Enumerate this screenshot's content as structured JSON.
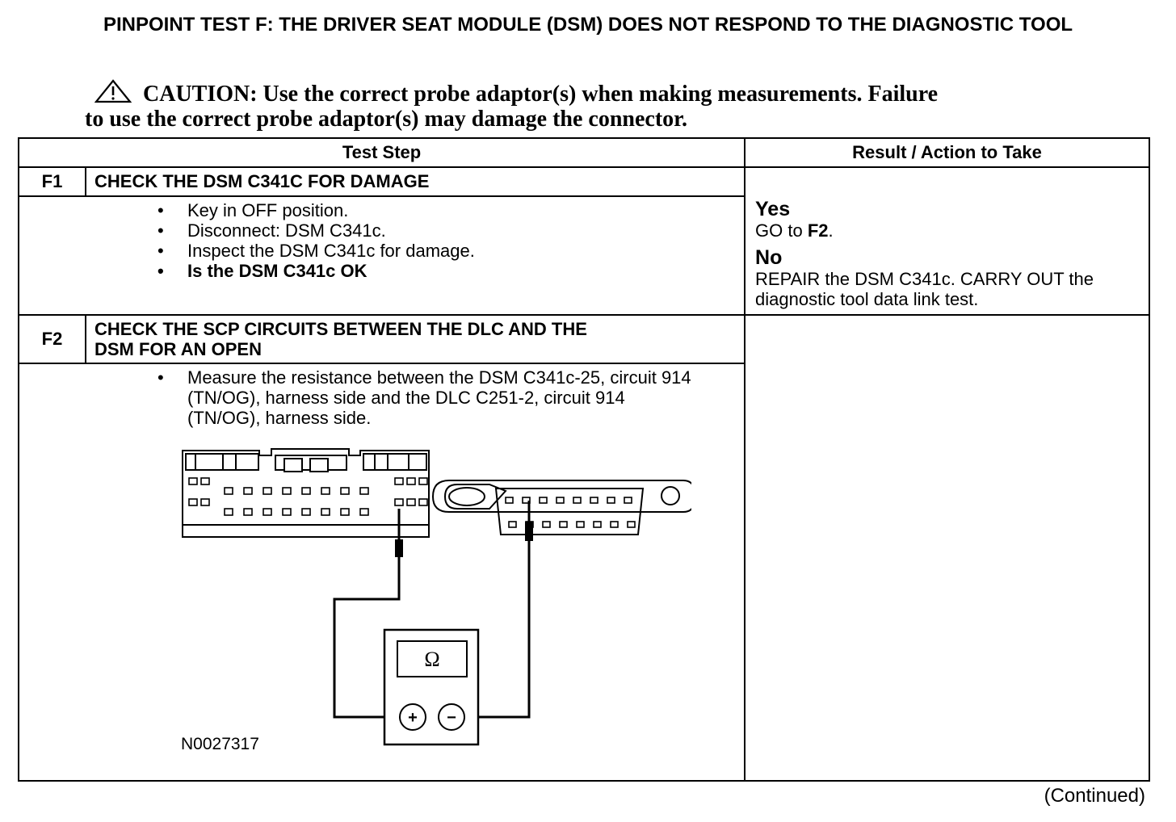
{
  "title": "PINPOINT TEST  F: THE DRIVER SEAT MODULE (DSM) DOES NOT RESPOND TO THE DIAGNOSTIC TOOL",
  "caution": {
    "icon": "warning-triangle-icon",
    "line1": "CAUTION: Use the correct probe adaptor(s) when making measurements. Failure",
    "line2": "to use the correct probe adaptor(s) may damage the connector."
  },
  "table": {
    "header_step": "Test Step",
    "header_result": "Result / Action to Take",
    "steps": [
      {
        "id": "F1",
        "title": "CHECK THE DSM C341C FOR DAMAGE",
        "bullets": [
          "Key in OFF position.",
          "Disconnect: DSM C341c.",
          "Inspect the DSM C341c for damage.",
          "Is the DSM C341c OK"
        ],
        "yes_label": "Yes",
        "yes_text_prefix": "GO to ",
        "yes_text_bold": "F2",
        "yes_text_suffix": ".",
        "no_label": "No",
        "no_text": "REPAIR the DSM C341c. CARRY OUT the diagnostic tool data link test."
      },
      {
        "id": "F2",
        "title_line1": "CHECK THE SCP CIRCUITS BETWEEN THE DLC AND THE",
        "title_line2": "DSM FOR AN OPEN",
        "bullet_line1": "Measure the resistance between the DSM C341c-25, circuit 914",
        "bullet_line2": "(TN/OG), harness side and the DLC C251-2, circuit 914",
        "bullet_line3": "(TN/OG), harness side.",
        "figure_id": "N0027317",
        "meter_symbol": "Ω",
        "plus_symbol": "+",
        "minus_symbol": "−"
      }
    ]
  },
  "continued": "(Continued)"
}
